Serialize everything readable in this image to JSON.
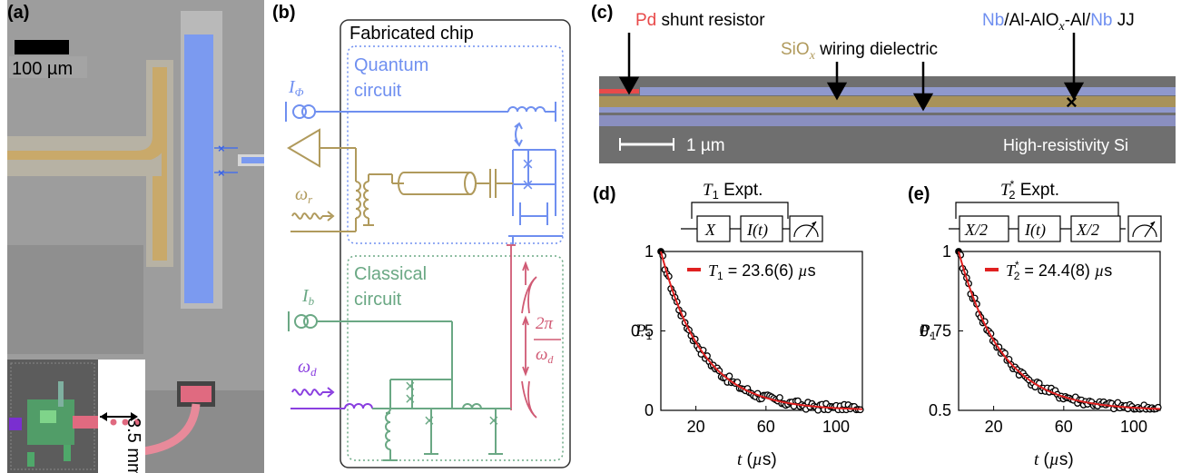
{
  "colors": {
    "quantum": "#6f8ff0",
    "readout": "#b09a5c",
    "classical": "#6aa884",
    "drive": "#8a3fe0",
    "bias_red": "#d05a74",
    "fit": "#e02020",
    "shunt": "#e84a4a"
  },
  "panel_a": {
    "label": "(a)",
    "scalebar": "100 µm",
    "distance": "3.5 mm"
  },
  "panel_b": {
    "label": "(b)",
    "chip_title": "Fabricated chip",
    "quantum_line1": "Quantum",
    "quantum_line2": "circuit",
    "classical_line1": "Classical",
    "classical_line2": "circuit",
    "i_phi": "IΦ",
    "omega_r": "ωr",
    "i_b": "Ib",
    "omega_d": "ωd",
    "two_pi": "2π",
    "omega_d_den": "ωd"
  },
  "panel_c": {
    "label": "(c)",
    "pd": "Pd",
    "shunt": " shunt resistor",
    "siox": "SiOx",
    "wiring": " wiring dielectric",
    "nb1": "Nb",
    "jj_mid": "/Al-AlOx-Al/",
    "nb2": "Nb",
    "jj_end": " JJ",
    "scalebar": "1 µm",
    "substrate": "High-resistivity Si"
  },
  "panel_d": {
    "label": "(d)",
    "title": "T1 Expt.",
    "gate1": "X",
    "gate2": "I(t)",
    "ylabel": "P1",
    "xlabel": "t (µs)",
    "legend": "T1 = 23.6(6) µs",
    "yticks": [
      "0",
      "0.5",
      "1"
    ],
    "xticks": [
      "20",
      "60",
      "100"
    ]
  },
  "panel_e": {
    "label": "(e)",
    "title": "T2* Expt.",
    "gate1": "X/2",
    "gate2": "I(t)",
    "gate3": "X/2",
    "ylabel": "P1",
    "xlabel": "t (µs)",
    "legend": "T2* = 24.4(8) µs",
    "yticks": [
      "0.5",
      "0.75",
      "1"
    ],
    "xticks": [
      "20",
      "60",
      "100"
    ]
  },
  "chart_data": [
    {
      "type": "scatter",
      "xlabel": "t (µs)",
      "ylabel": "P1",
      "xlim": [
        0,
        115
      ],
      "ylim": [
        0,
        1
      ],
      "series": [
        {
          "name": "T1 = 23.6(6) µs",
          "fit": "exponential",
          "tau": 23.6,
          "offset": 0.0,
          "amplitude": 1.0
        }
      ]
    },
    {
      "type": "scatter",
      "xlabel": "t (µs)",
      "ylabel": "P1",
      "xlim": [
        0,
        115
      ],
      "ylim": [
        0.5,
        1
      ],
      "series": [
        {
          "name": "T2* = 24.4(8) µs",
          "fit": "exponential",
          "tau": 24.4,
          "offset": 0.5,
          "amplitude": 0.5
        }
      ]
    }
  ]
}
